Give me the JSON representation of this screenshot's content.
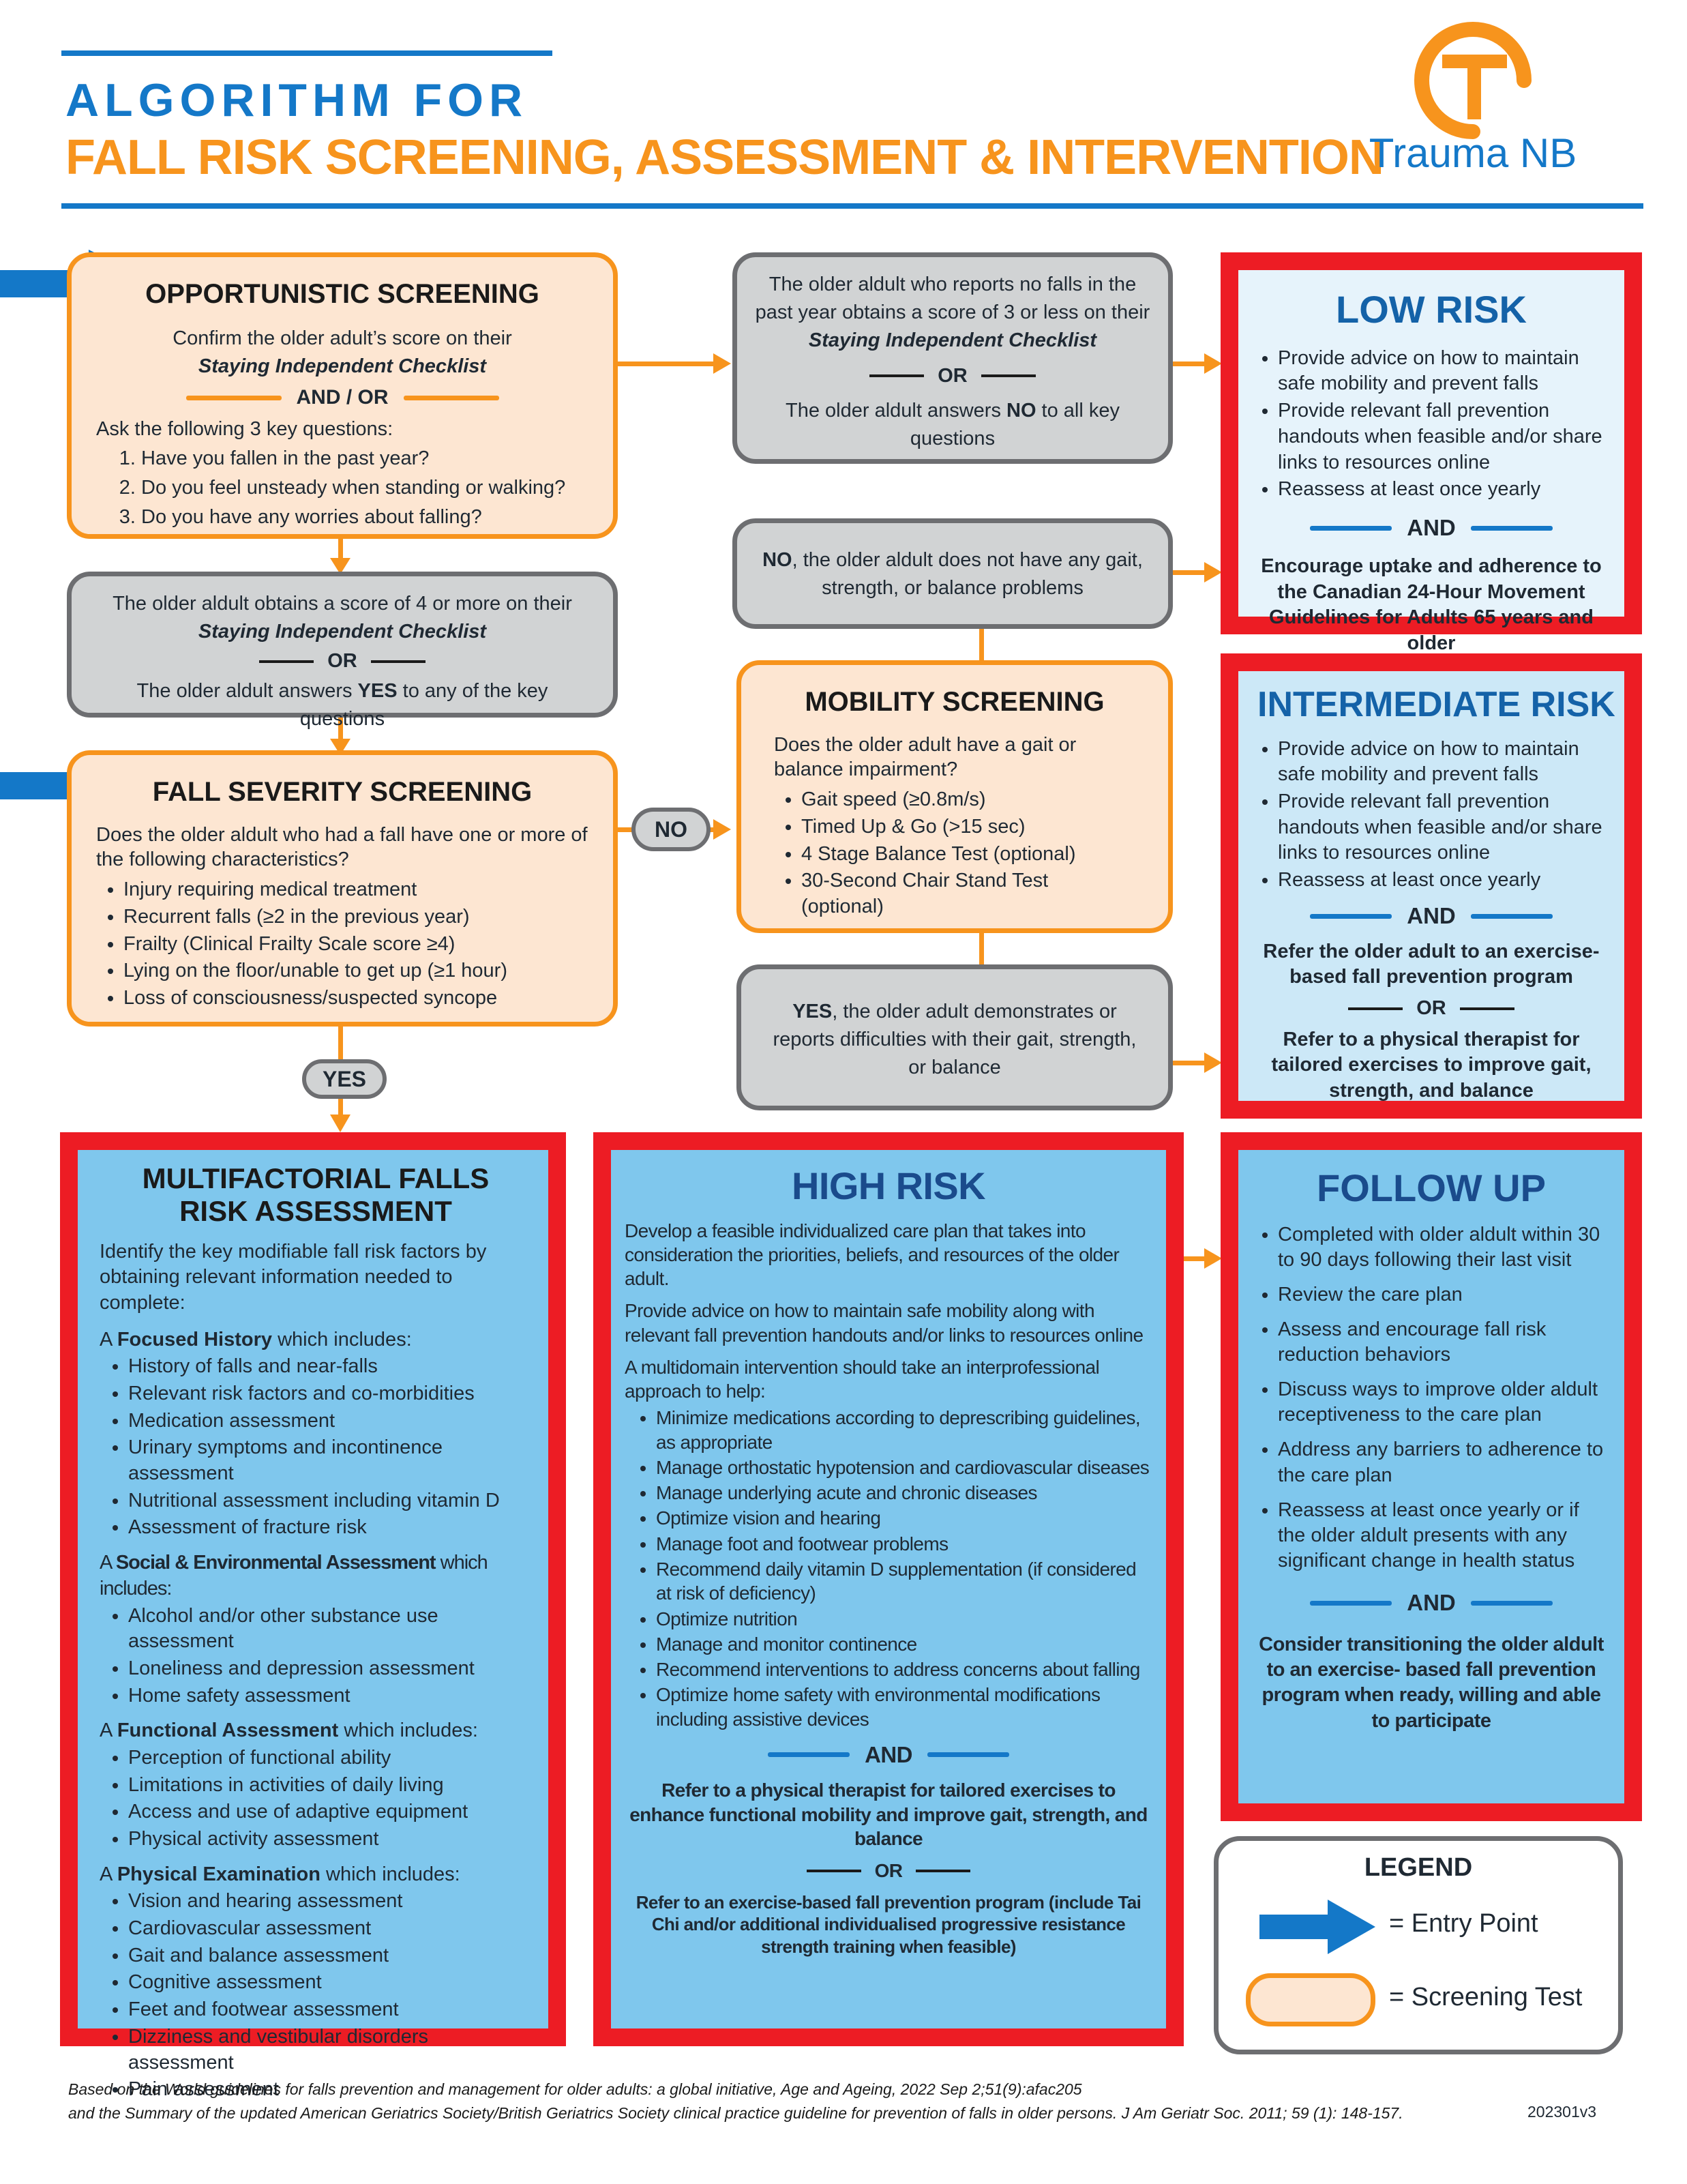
{
  "header": {
    "title_line1": "ALGORITHM FOR",
    "title_line2": "FALL RISK SCREENING, ASSESSMENT & INTERVENTION",
    "logo_text": "Trauma NB"
  },
  "opportunistic": {
    "title": "OPPORTUNISTIC SCREENING",
    "line1": "Confirm the older adult’s score on their",
    "checklist": "Staying Independent Checklist",
    "and_or": "AND / OR",
    "ask": "Ask the following 3 key questions:",
    "questions": [
      "Have you fallen in the past year?",
      "Do you feel unsteady when standing or walking?",
      "Do you have any worries about falling?"
    ]
  },
  "score4": {
    "line1": "The older aldult obtains a score of 4 or more on their",
    "checklist": "Staying Independent Checklist",
    "or": "OR",
    "line2_pre": "The older aldult answers ",
    "line2_bold": "YES",
    "line2_post": " to any of the key questions"
  },
  "fall_severity": {
    "title": "FALL SEVERITY SCREENING",
    "intro": "Does the older aldult who had a fall have one or more of the following characteristics?",
    "items": [
      "Injury requiring medical treatment",
      "Recurrent falls (≥2 in the previous year)",
      "Frailty (Clinical Frailty Scale score ≥4)",
      "Lying on the floor/unable to get up (≥1 hour)",
      "Loss of consciousness/suspected syncope"
    ]
  },
  "pills": {
    "no": "NO",
    "yes": "YES"
  },
  "no_falls": {
    "line1": "The older aldult who reports no falls in the past year obtains a score of  3 or less on their",
    "checklist": "Staying Independent Checklist",
    "or": "OR",
    "line2_pre": "The older aldult answers ",
    "line2_bold": "NO",
    "line2_post": " to all key questions"
  },
  "no_problems": {
    "bold": "NO",
    "text": ", the older aldult does not have any gait, strength, or balance problems"
  },
  "mobility": {
    "title": "MOBILITY SCREENING",
    "intro": "Does the older adult have a gait or balance impairment?",
    "items": [
      "Gait speed (≥0.8m/s)",
      "Timed Up & Go (>15 sec)",
      "4 Stage Balance Test (optional)",
      "30-Second Chair Stand Test (optional)"
    ]
  },
  "yes_difficulties": {
    "bold": "YES",
    "text": ", the older adult demonstrates or reports difficulties with their gait, strength, or balance"
  },
  "low_risk": {
    "title": "LOW RISK",
    "items": [
      "Provide advice on how to maintain safe mobility and prevent falls",
      "Provide relevant fall prevention handouts when feasible and/or share links to resources online",
      "Reassess at least once yearly"
    ],
    "and": "AND",
    "note": "Encourage uptake and adherence to the Canadian 24-Hour Movement Guidelines for Adults 65 years and older"
  },
  "intermediate_risk": {
    "title": "INTERMEDIATE RISK",
    "items": [
      "Provide advice on how to maintain safe mobility and prevent falls",
      "Provide relevant fall prevention handouts when feasible and/or share links to resources online",
      "Reassess at least once yearly"
    ],
    "and": "AND",
    "note1": "Refer the older adult to an exercise-based fall prevention program",
    "or": "OR",
    "note2": "Refer to a physical therapist for tailored exercises to improve gait, strength, and balance"
  },
  "multifactorial": {
    "title_line1": "MULTIFACTORIAL FALLS",
    "title_line2": "RISK ASSESSMENT",
    "intro": "Identify the key modifiable fall risk factors by obtaining relevant information needed to complete:",
    "sections": [
      {
        "pre": "A ",
        "bold": "Focused History",
        "post": " which includes:",
        "items": [
          "History of falls and near-falls",
          "Relevant risk factors and co-morbidities",
          "Medication assessment",
          "Urinary symptoms and incontinence assessment",
          "Nutritional assessment including vitamin D",
          "Assessment of fracture risk"
        ]
      },
      {
        "pre": "A ",
        "bold": "Social & Environmental Assessment",
        "post": " which includes:",
        "items": [
          "Alcohol and/or other substance use assessment",
          "Loneliness and depression assessment",
          "Home safety assessment"
        ]
      },
      {
        "pre": "A ",
        "bold": "Functional Assessment",
        "post": " which includes:",
        "items": [
          "Perception of functional ability",
          "Limitations in activities of daily living",
          "Access and use of adaptive equipment",
          "Physical activity assessment"
        ]
      },
      {
        "pre": "A ",
        "bold": "Physical Examination",
        "post": " which includes:",
        "items": [
          "Vision and hearing assessment",
          "Cardiovascular assessment",
          "Gait and balance assessment",
          "Cognitive assessment",
          "Feet and footwear assessment",
          "Dizziness and vestibular disorders assessment",
          "Pain assessment"
        ]
      }
    ]
  },
  "high_risk": {
    "title": "HIGH RISK",
    "p1": "Develop a feasible individualized care plan that takes into consideration the priorities, beliefs, and resources of the older adult.",
    "p2": "Provide advice on how to maintain safe mobility along with relevant fall prevention handouts and/or links to resources online",
    "p3": "A multidomain intervention should take an interprofessional approach to help:",
    "items": [
      "Minimize medications according to deprescribing guidelines, as appropriate",
      "Manage orthostatic hypotension and cardiovascular diseases",
      "Manage underlying acute and chronic diseases",
      "Optimize vision and hearing",
      "Manage foot and footwear problems",
      "Recommend daily vitamin D supplementation (if considered at risk of deficiency)",
      "Optimize nutrition",
      "Manage and monitor continence",
      "Recommend interventions to address concerns about falling",
      "Optimize home safety with environmental modifications including assistive devices"
    ],
    "and": "AND",
    "note1": "Refer to a physical therapist for tailored exercises to enhance functional mobility and improve gait, strength, and balance",
    "or": "OR",
    "note2": "Refer to an exercise-based fall prevention program (include Tai Chi and/or additional individualised progressive resistance strength training when feasible)"
  },
  "follow_up": {
    "title": "FOLLOW UP",
    "items": [
      "Completed with older aldult  within 30 to 90 days following their last visit",
      "Review the care plan",
      "Assess and encourage fall risk reduction behaviors",
      "Discuss ways to improve older aldult receptiveness to the care plan",
      "Address any barriers to adherence to the care plan",
      "Reassess at least once yearly or if the older aldult  presents with any significant change in health status"
    ],
    "and": "AND",
    "note": "Consider transitioning the older aldult to an exercise- based fall prevention program when ready, willing and able to participate"
  },
  "legend": {
    "title": "LEGEND",
    "entry": "= Entry Point",
    "screening": "= Screening Test"
  },
  "footer": {
    "line1": "Based on the World guidelines for falls prevention and management for older adults: a global initiative, Age and Ageing, 2022 Sep 2;51(9):afac205",
    "line2": "and the Summary of the updated American Geriatrics Society/British Geriatrics Society clinical practice guideline for prevention of falls in older persons. J Am Geriatr Soc. 2011; 59 (1): 148-157.",
    "code": "202301v3"
  },
  "colors": {
    "blue": "#1478c8",
    "orange": "#f7941d",
    "red": "#ed1c24",
    "grey": "#6d6e71"
  }
}
